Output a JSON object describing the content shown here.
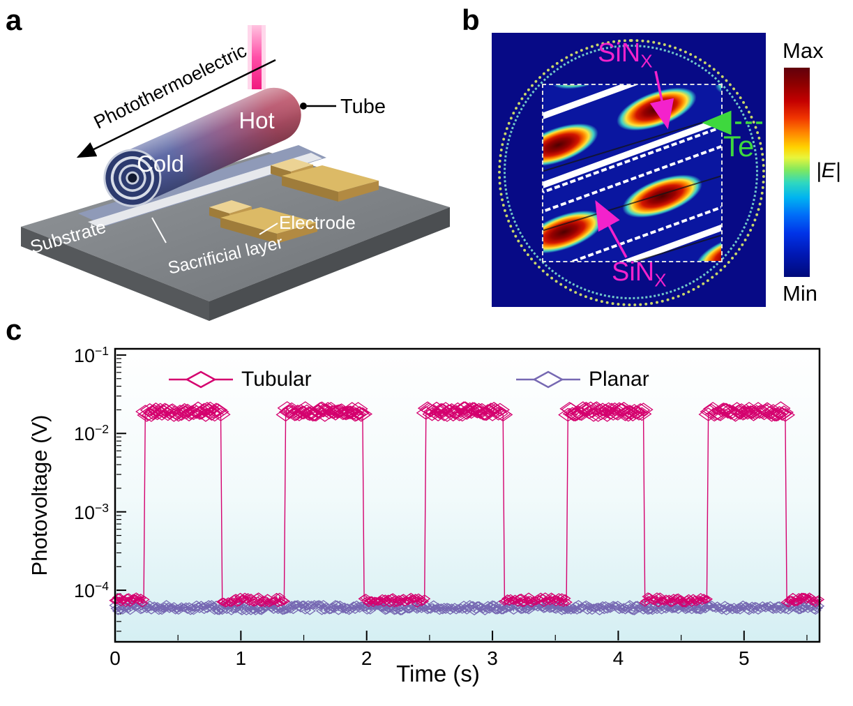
{
  "panels": {
    "a": {
      "label": "a",
      "annotations": {
        "photothermoelectric": "Photothermoelectric",
        "hot": "Hot",
        "cold": "Cold",
        "tube": "Tube",
        "electrode": "Electrode",
        "sacrificial_layer": "Sacrificial layer",
        "substrate": "Substrate"
      }
    },
    "b": {
      "label": "b",
      "sinx_base": "SiN",
      "sinx_sub": "X",
      "te": "Te",
      "label_colors": {
        "sinx": "#f322cc",
        "te": "#3ed83e"
      },
      "colorbar": {
        "max": "Max",
        "quantity": "|E|",
        "min": "Min"
      }
    },
    "c": {
      "label": "c"
    }
  },
  "chart_data": {
    "type": "line",
    "title": "",
    "xlabel": "Time (s)",
    "ylabel": "Photovoltage (V)",
    "x_ticks": [
      0,
      1,
      2,
      3,
      4,
      5
    ],
    "xlim": [
      0,
      5.6
    ],
    "y_scale": "log",
    "y_tick_base": "10",
    "y_tick_exponents": [
      -1,
      -2,
      -3,
      -4
    ],
    "ylim": [
      2.2e-05,
      0.12
    ],
    "grid": false,
    "legend_position": "top-inside",
    "plot_background": [
      "#ffffff",
      "#d5eff3"
    ],
    "series": [
      {
        "name": "Tubular",
        "color": "#d4006e",
        "marker": "open-diamond",
        "baseline": 7.5e-05,
        "high": 0.019,
        "pulses": [
          [
            0.23,
            0.85
          ],
          [
            1.35,
            1.97
          ],
          [
            2.47,
            3.09
          ],
          [
            3.59,
            4.21
          ],
          [
            4.71,
            5.33
          ]
        ]
      },
      {
        "name": "Planar",
        "color": "#7668b2",
        "marker": "open-diamond",
        "baseline": 6e-05,
        "high": null,
        "pulses": []
      }
    ]
  }
}
